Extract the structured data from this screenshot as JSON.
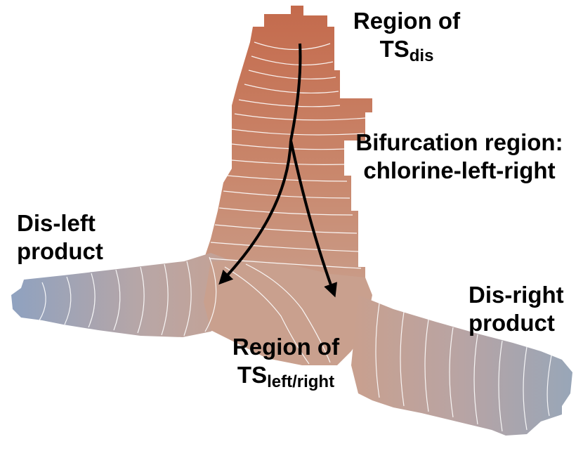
{
  "labels": {
    "ts_dis": {
      "line1": "Region of",
      "line2_main": "TS",
      "line2_sub": "dis"
    },
    "bifurcation": {
      "line1": "Bifurcation region:",
      "line2": "chlorine-left-right"
    },
    "dis_left": {
      "line1": "Dis-left",
      "line2": "product"
    },
    "dis_right": {
      "line1": "Dis-right",
      "line2": "product"
    },
    "ts_left_right": {
      "line1": "Region of",
      "line2_main": "TS",
      "line2_sub": "left/right"
    }
  },
  "colors": {
    "top_region": "#c46a4c",
    "center_region": "#c9a08e",
    "left_end": "#8fa2c0",
    "right_end": "#98a6b8",
    "contour": "#ffffff",
    "arrow": "#000000"
  }
}
